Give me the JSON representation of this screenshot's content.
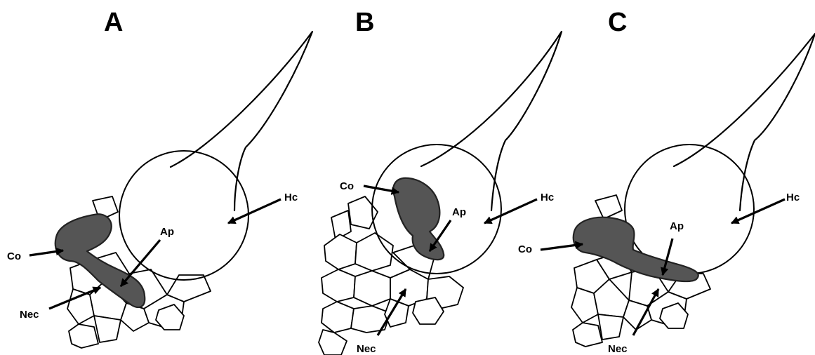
{
  "panels": [
    {
      "letter": "A",
      "labels": {
        "co": "Co",
        "ap": "Ap",
        "nec": "Nec",
        "hc": "Hc"
      }
    },
    {
      "letter": "B",
      "labels": {
        "co": "Co",
        "ap": "Ap",
        "nec": "Nec",
        "hc": "Hc"
      }
    },
    {
      "letter": "C",
      "labels": {
        "co": "Co",
        "ap": "Ap",
        "nec": "Nec",
        "hc": "Hc"
      }
    }
  ],
  "colors": {
    "fungal_structure": "#555555",
    "line": "#000000",
    "background": "#ffffff"
  }
}
